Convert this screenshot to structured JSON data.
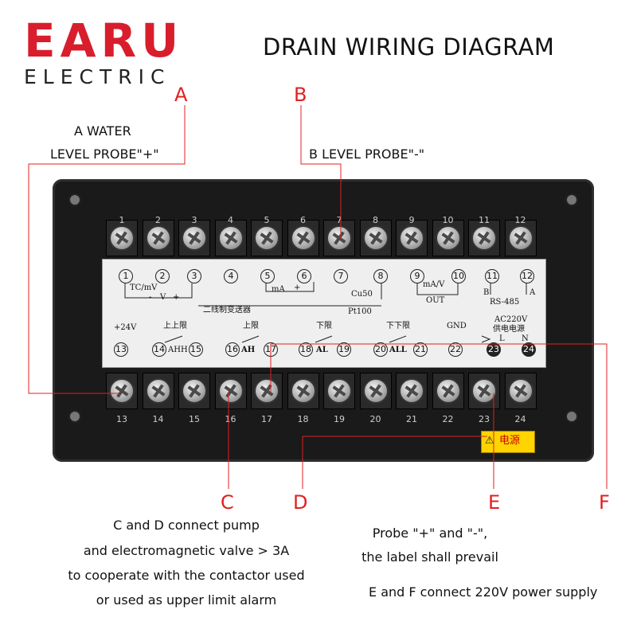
{
  "logo": {
    "main": "EARU",
    "sub": "ELECTRIC"
  },
  "title": "DRAIN WIRING DIAGRAM",
  "letters": {
    "a": "A",
    "b": "B",
    "c": "C",
    "d": "D",
    "e": "E",
    "f": "F"
  },
  "notes": {
    "a_line1": "A WATER",
    "a_line2": "LEVEL PROBE\"+\"",
    "b": "B LEVEL PROBE\"-\"",
    "cd_line1": "C and D connect pump",
    "cd_line2": "and electromagnetic valve > 3A",
    "cd_line3": "to cooperate with the contactor used",
    "cd_line4": "or used as upper limit alarm",
    "probe_line1": "Probe \"+\" and \"-\",",
    "probe_line2": "the label shall prevail",
    "ef": "E and F connect 220V power supply"
  },
  "terminals_top": [
    "1",
    "2",
    "3",
    "4",
    "5",
    "6",
    "7",
    "8",
    "9",
    "10",
    "11",
    "12"
  ],
  "terminals_bottom": [
    "13",
    "14",
    "15",
    "16",
    "17",
    "18",
    "19",
    "20",
    "21",
    "22",
    "23",
    "24"
  ],
  "panel": {
    "tc": "TC/mV",
    "v": "V",
    "ma": "mA",
    "cu50": "Cu50",
    "pt100": "Pt100",
    "transmitter": "二线制变送器",
    "mav": "mA/V",
    "out": "OUT",
    "b": "B",
    "a": "A",
    "rs485": "RS-485",
    "v24": "+24V",
    "upper_upper": "上上限",
    "ahh": "AHH",
    "upper": "上限",
    "ah": "AH",
    "lower": "下限",
    "al": "AL",
    "lower_lower": "下下限",
    "all": "ALL",
    "gnd": "GND",
    "ac220": "AC220V",
    "power_supply": "供电电源",
    "l": "L",
    "n": "N",
    "plus": "+",
    "minus": "-"
  },
  "warning": {
    "icon": "warning-triangle-icon",
    "glyph": "⚠",
    "text": "电源"
  },
  "colors": {
    "brand_red": "#d81e2c",
    "callout_red": "#e02020",
    "warning_yellow": "#ffd400"
  }
}
